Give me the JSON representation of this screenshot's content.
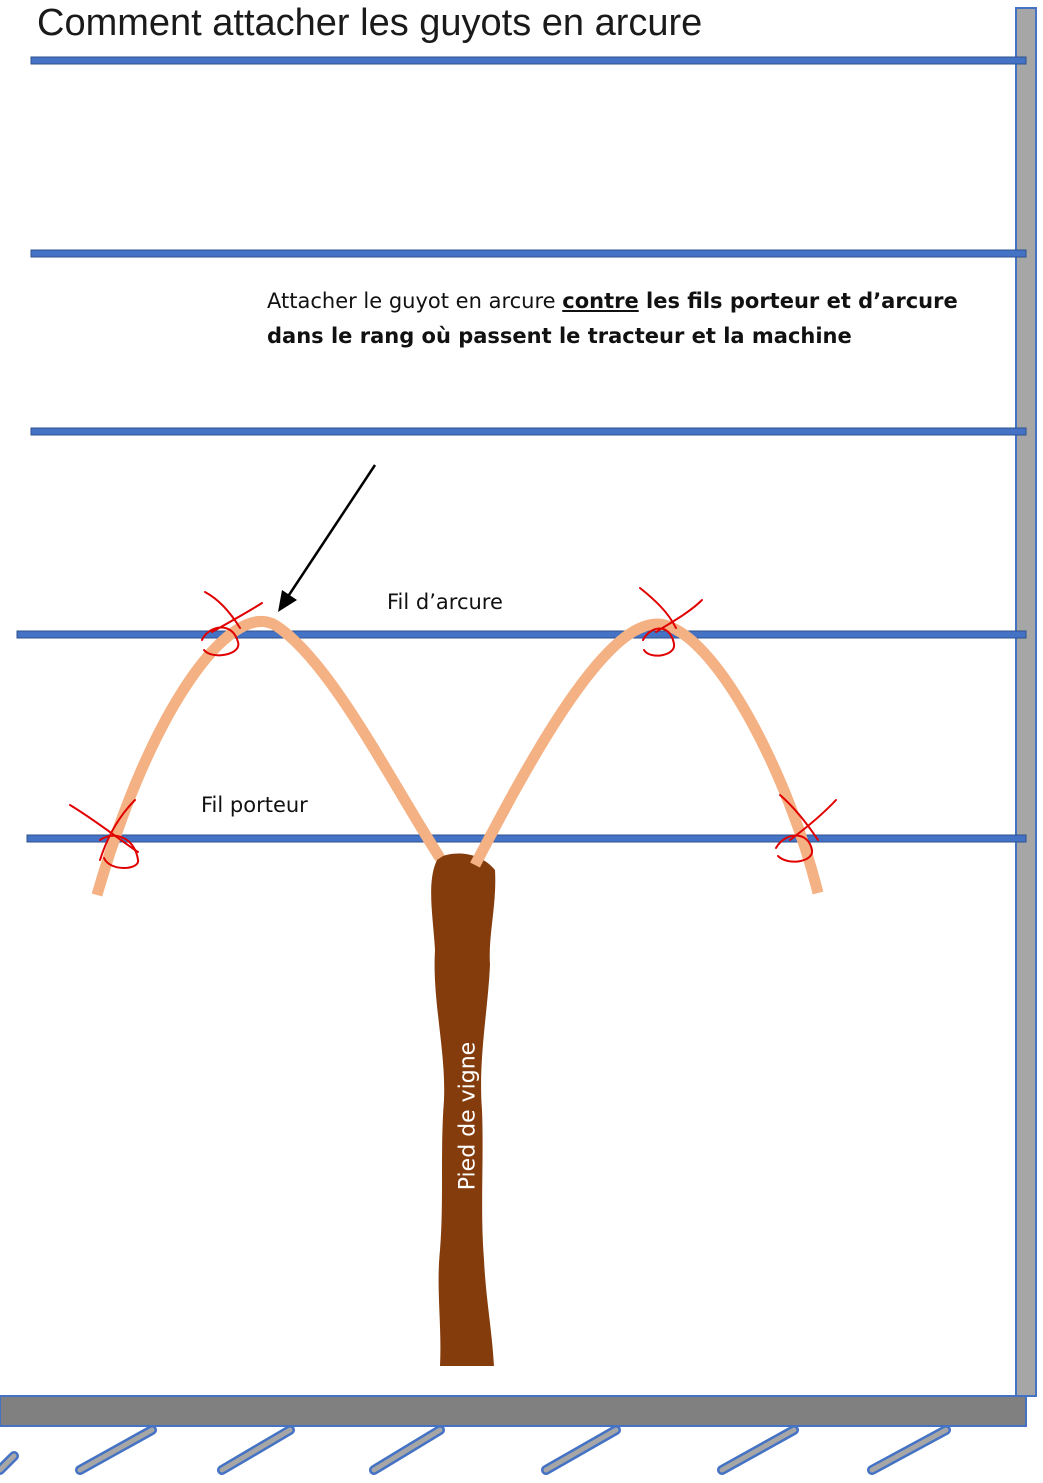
{
  "title": "Comment attacher les guyots en arcure",
  "instruction": {
    "part1": "Attacher le guyot en arcure ",
    "part2_underlined": "contre",
    "part3_bold": " les fils porteur et d’arcure dans le rang où passent le tracteur et la machine"
  },
  "labels": {
    "fil_arcure": "Fil d’arcure",
    "fil_porteur": "Fil porteur",
    "trunk": "Pied de vigne"
  },
  "colors": {
    "wire": "#4472c4",
    "cane": "#f4b183",
    "trunk": "#843c0c",
    "post": "#a6a6a6",
    "ground": "#808080",
    "tie": "#e00000",
    "arrow": "#000000"
  }
}
